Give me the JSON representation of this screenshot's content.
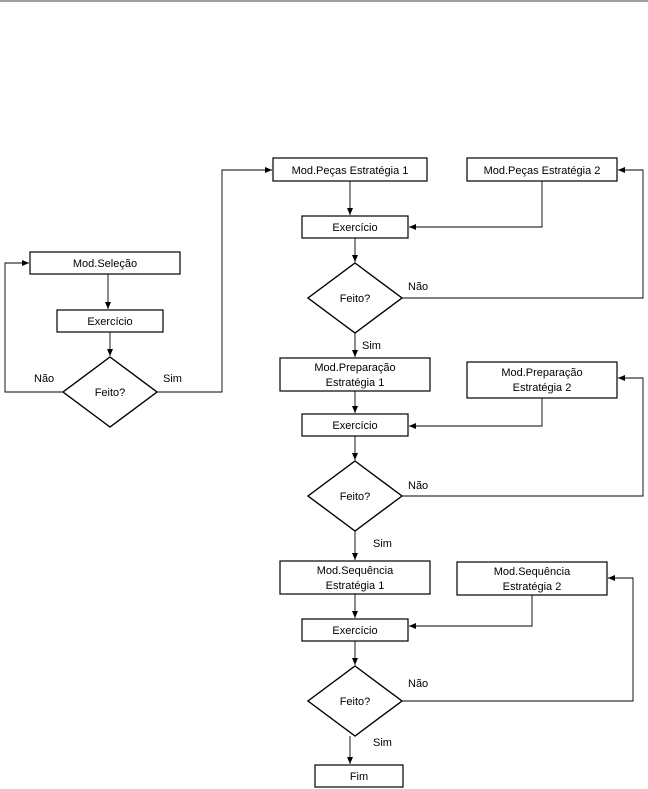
{
  "flowchart": {
    "selecao": {
      "module": "Mod.Seleção",
      "exercise": "Exercício",
      "decision": "Feito?",
      "no": "Não",
      "yes": "Sim"
    },
    "pecas": {
      "strategy1": "Mod.Peças Estratégia 1",
      "strategy2": "Mod.Peças Estratégia 2",
      "exercise": "Exercício",
      "decision": "Feito?",
      "no": "Não",
      "yes": "Sim"
    },
    "preparacao": {
      "strategy1_line1": "Mod.Preparação",
      "strategy1_line2": "Estratégia 1",
      "strategy2_line1": "Mod.Preparação",
      "strategy2_line2": "Estratégia 2",
      "exercise": "Exercício",
      "decision": "Feito?",
      "no": "Não",
      "yes": "Sim"
    },
    "sequencia": {
      "strategy1_line1": "Mod.Sequência",
      "strategy1_line2": "Estratégia 1",
      "strategy2_line1": "Mod.Sequência",
      "strategy2_line2": "Estratégia 2",
      "exercise": "Exercício",
      "decision": "Feito?",
      "no": "Não",
      "yes": "Sim"
    },
    "end": "Fim"
  }
}
